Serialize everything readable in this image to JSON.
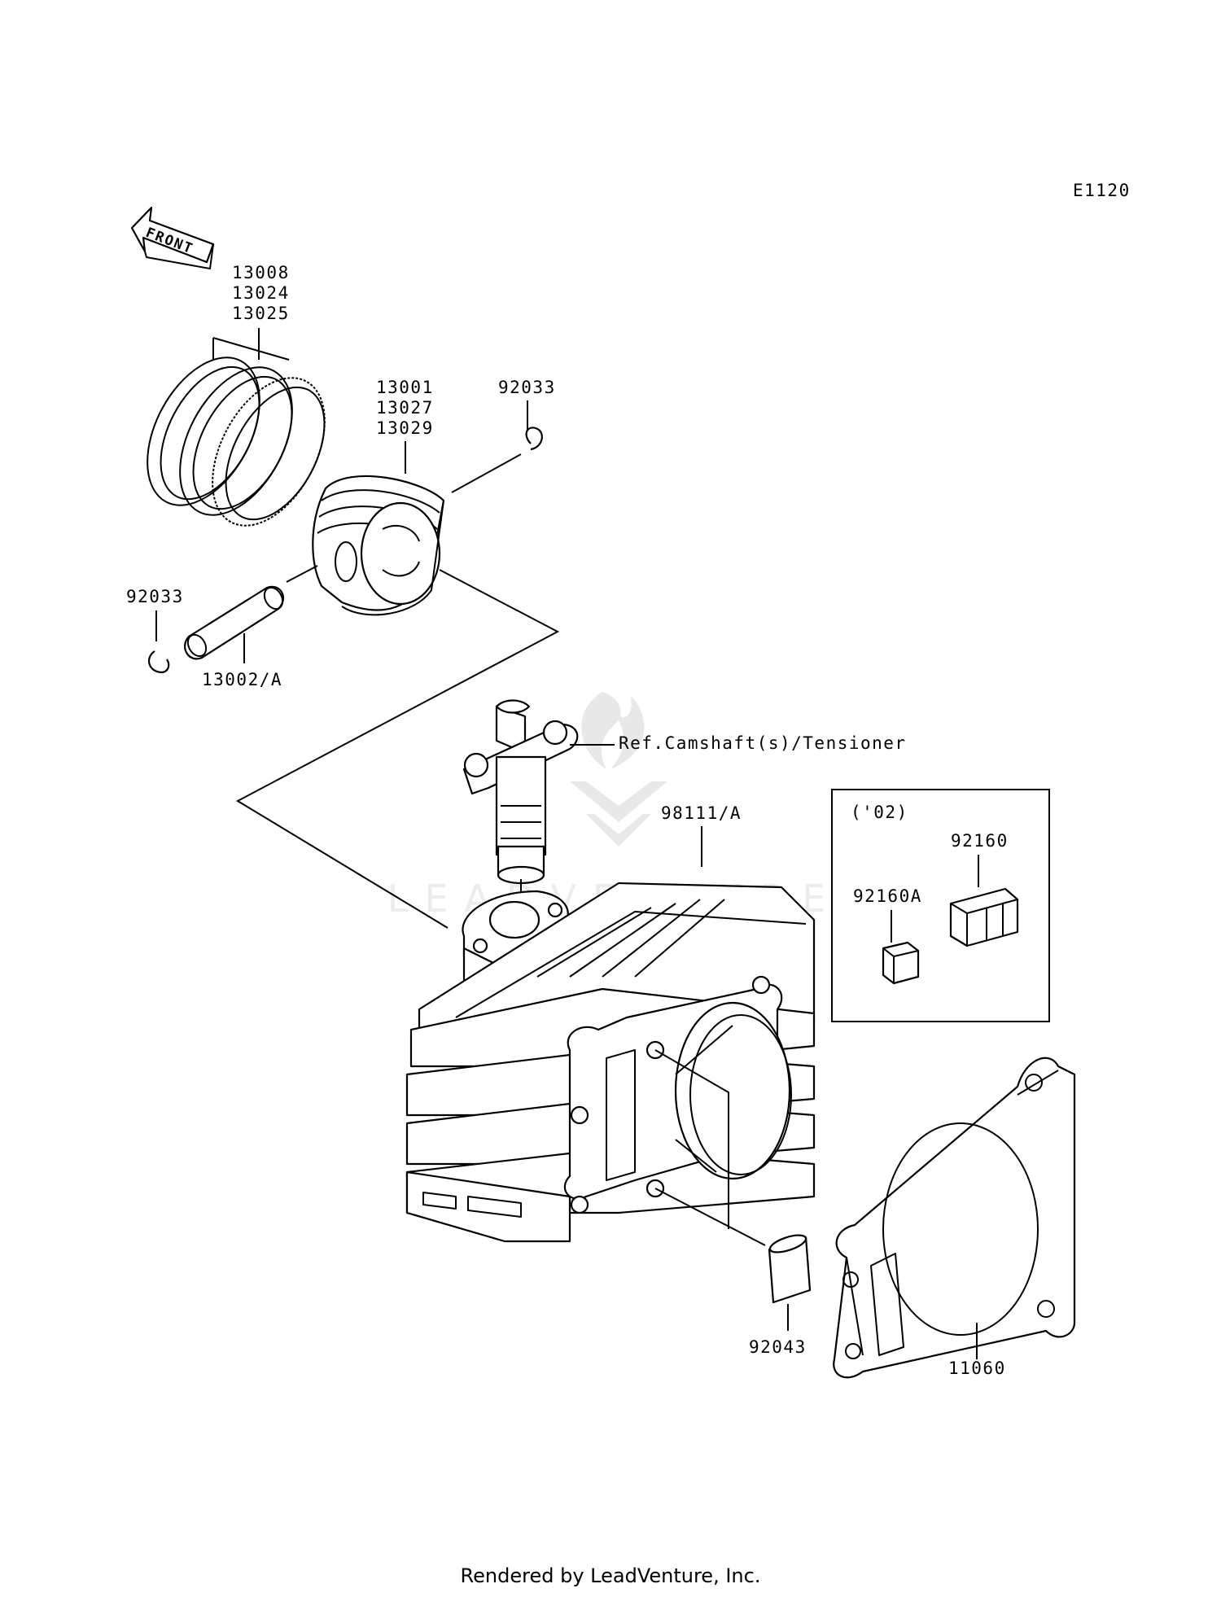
{
  "diagram_code": "E1120",
  "front_marker": "FRONT",
  "labels": {
    "ring_set": [
      "13008",
      "13024",
      "13025"
    ],
    "piston": [
      "13001",
      "13027",
      "13029"
    ],
    "clip_right": "92033",
    "clip_left": "92033",
    "piston_pin": "13002/A",
    "tensioner_ref": "Ref.Camshaft(s)/Tensioner",
    "cylinder": "98111/A",
    "dowel_pin": "92043",
    "gasket": "11060"
  },
  "inset": {
    "year": "('02)",
    "part_a": "92160",
    "part_b": "92160A"
  },
  "watermark": "LEADVENTURE",
  "footer": "Rendered by LeadVenture, Inc."
}
